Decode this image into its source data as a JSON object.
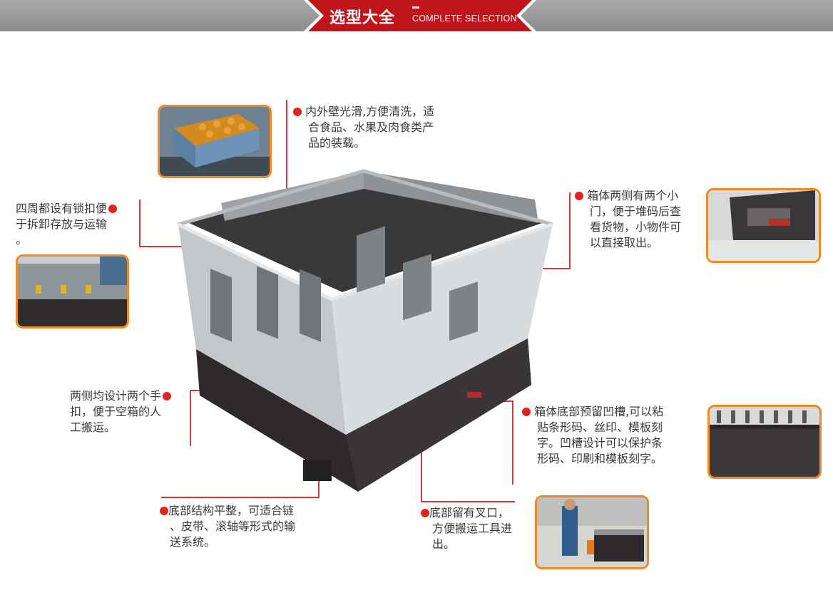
{
  "header": {
    "title": "选型大全",
    "subtitle": "COMPLETE SELECTION",
    "band_color": "#9a9a9a",
    "accent_color": "#c0151b"
  },
  "callouts": {
    "inner_wall": {
      "lines": [
        "内外壁光滑,方便清洗，适",
        "合食品、水果及肉食类产",
        "品的装载。"
      ]
    },
    "lock": {
      "lines": [
        "四周都设有锁扣便",
        "于拆卸存放与运输",
        "。"
      ]
    },
    "small_door": {
      "lines": [
        "箱体两侧有两个小",
        "门，便于堆码后查",
        "看货物，小物件可",
        "以直接取出。"
      ]
    },
    "handle": {
      "lines": [
        "两侧均设计两个手",
        "扣，便于空箱的人",
        "工搬运。"
      ]
    },
    "groove": {
      "lines": [
        "箱体底部预留凹槽,可以粘",
        "贴条形码、丝印、模板刻",
        "字。凹槽设计可以保护条",
        "形码、印刷和模板刻字。"
      ]
    },
    "bottom_structure": {
      "lines": [
        "底部结构平整，可适合链",
        "、皮带、滚轴等形式的输",
        "送系统。"
      ]
    },
    "fork_entry": {
      "lines": [
        "底部留有叉口，",
        "方便搬运工具进",
        "出。"
      ]
    }
  },
  "colors": {
    "dot": "#e2231a",
    "line": "#d23a3a",
    "thumb_border": "#f08a24",
    "box_body": "#c9cdd0",
    "box_base": "#2e2a2b"
  }
}
